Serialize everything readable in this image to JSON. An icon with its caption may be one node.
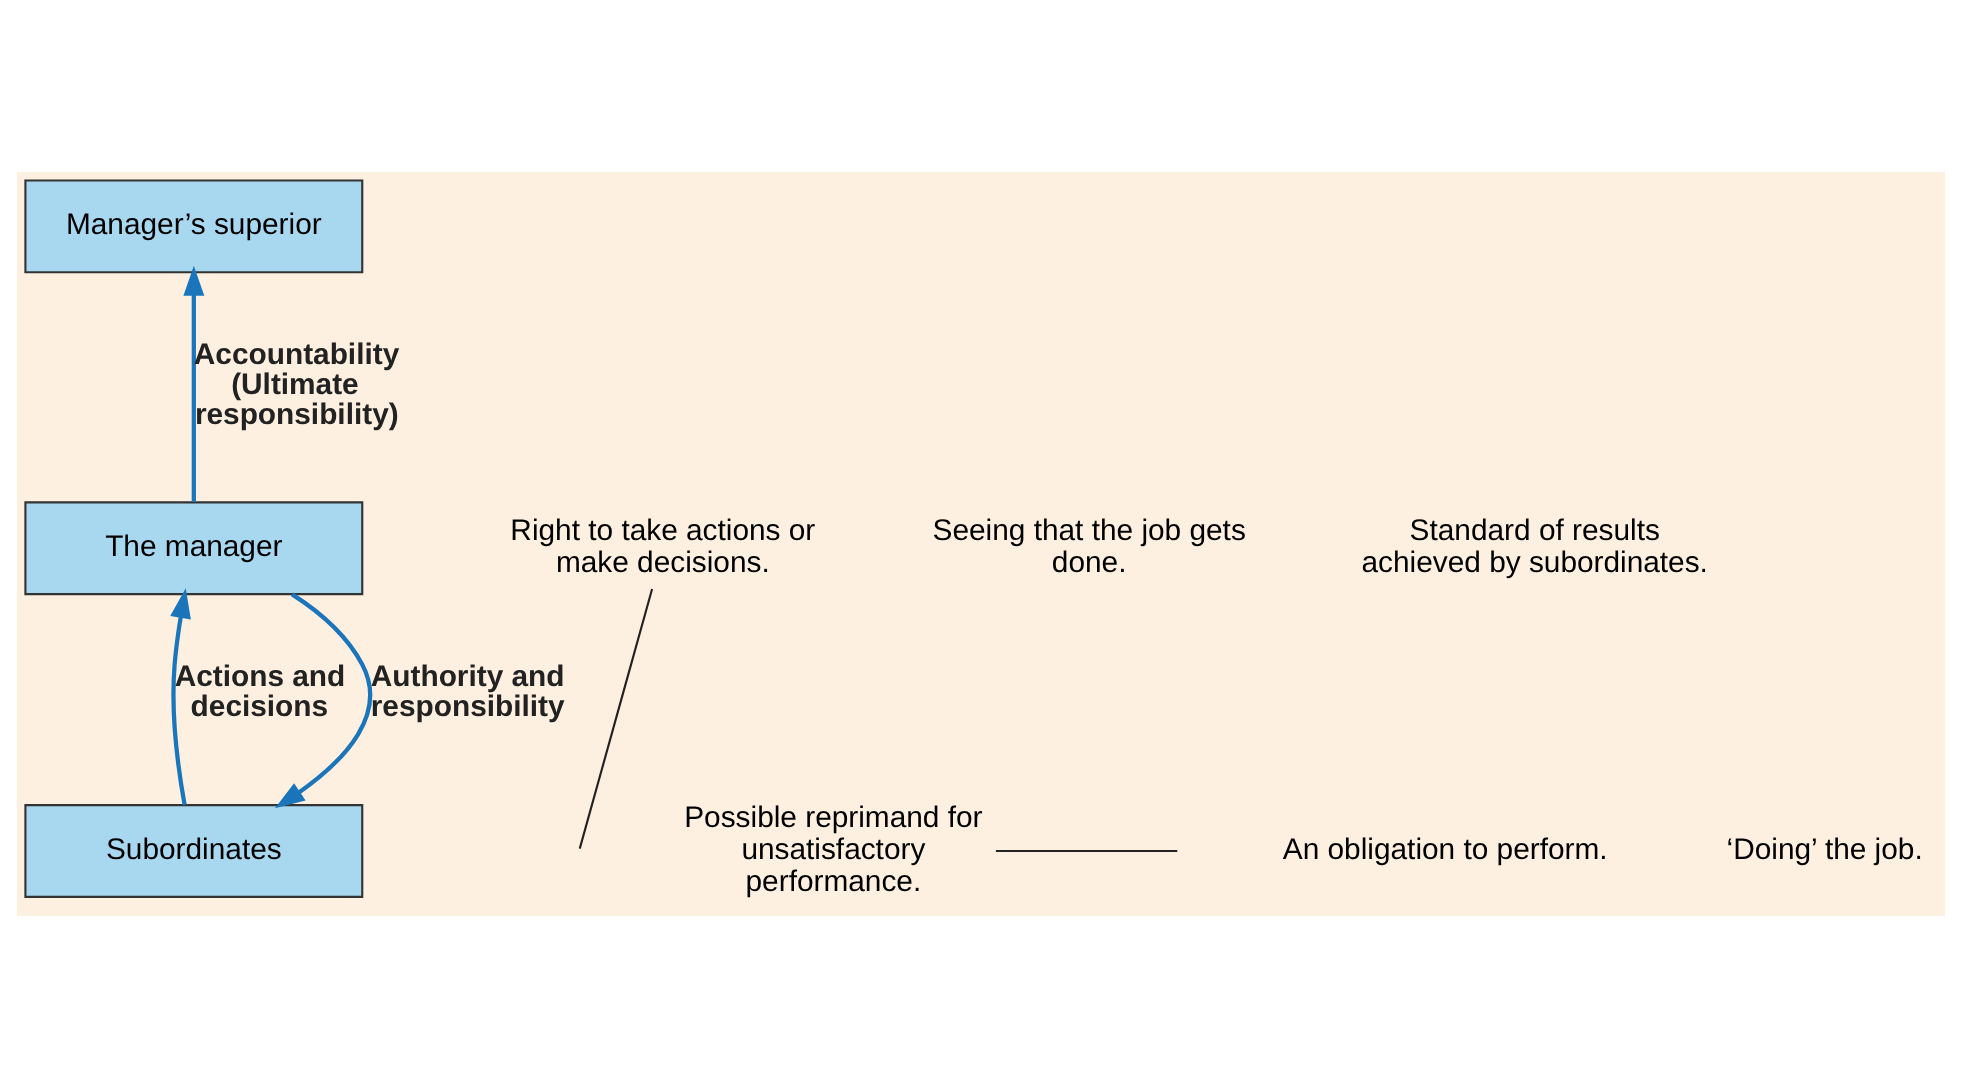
{
  "diagram": {
    "nodes": [
      {
        "text": [
          "Manager’s superior"
        ]
      },
      {
        "text": [
          "The manager"
        ]
      },
      {
        "text": [
          "Subordinates"
        ]
      },
      {
        "text": [
          "Right to take actions or make decisions."
        ]
      },
      {
        "text": [
          "Possible reprimand for unsatisfactory performance."
        ]
      }
    ],
    "edges": [
      {
        "from": 1,
        "to": 0,
        "arrow": "to",
        "label": "Accountability (Ultimate responsibility)"
      },
      {
        "from": 1,
        "to": 2,
        "arrow": "to",
        "label": "Authority and responsibility"
      },
      {
        "from": 2,
        "to": 1,
        "arrow": "to",
        "label": "Actions and decisions"
      },
      {
        "from": 3,
        "to": null,
        "arrow": "none",
        "color": "#222222"
      },
      {
        "from": 4,
        "to": null,
        "arrow": "none",
        "color": "#222222"
      }
    ],
    "labels": [
      "Seeing that the job gets done.",
      "Standard of results achieved by subordinates.",
      "An obligation to perform.",
      "‘Doing’ the job."
    ]
  }
}
